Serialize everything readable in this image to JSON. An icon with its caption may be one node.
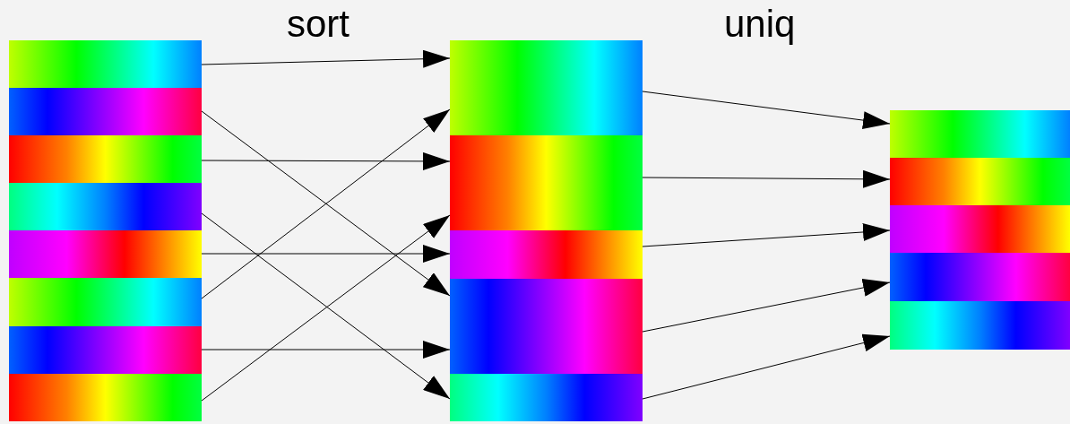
{
  "diagram": {
    "nodes": [
      {
        "text": [],
        "shape": "bar"
      },
      {
        "text": [],
        "shape": "bar"
      },
      {
        "text": [],
        "shape": "bar"
      },
      {
        "text": [],
        "shape": "bar"
      },
      {
        "text": [],
        "shape": "bar"
      },
      {
        "text": [],
        "shape": "bar"
      },
      {
        "text": [],
        "shape": "bar"
      },
      {
        "text": [],
        "shape": "bar"
      },
      {
        "text": [],
        "shape": "bar"
      },
      {
        "text": [],
        "shape": "bar"
      },
      {
        "text": [],
        "shape": "bar"
      },
      {
        "text": [],
        "shape": "bar"
      },
      {
        "text": [],
        "shape": "bar"
      },
      {
        "text": [],
        "shape": "bar"
      },
      {
        "text": [],
        "shape": "bar"
      },
      {
        "text": [],
        "shape": "bar"
      },
      {
        "text": [],
        "shape": "bar"
      },
      {
        "text": [],
        "shape": "bar"
      },
      {
        "text": [],
        "shape": "bar"
      },
      {
        "text": [],
        "shape": "bar"
      },
      {
        "text": [],
        "shape": "bar"
      }
    ],
    "edges": [
      {
        "from": 0,
        "to": 8,
        "arrow": "to"
      },
      {
        "from": 1,
        "to": 13,
        "arrow": "to"
      },
      {
        "from": 2,
        "to": 10,
        "arrow": "to"
      },
      {
        "from": 3,
        "to": 15,
        "arrow": "to"
      },
      {
        "from": 4,
        "to": 12,
        "arrow": "to"
      },
      {
        "from": 5,
        "to": 9,
        "arrow": "to"
      },
      {
        "from": 6,
        "to": 14,
        "arrow": "to"
      },
      {
        "from": 7,
        "to": 11,
        "arrow": "to"
      },
      {
        "from": 9,
        "to": 16,
        "arrow": "to"
      },
      {
        "from": 10,
        "to": 17,
        "arrow": "to"
      },
      {
        "from": 12,
        "to": 18,
        "arrow": "to"
      },
      {
        "from": 14,
        "to": 19,
        "arrow": "to"
      },
      {
        "from": 15,
        "to": 20,
        "arrow": "to"
      }
    ],
    "labels": [
      "sort",
      "uniq"
    ]
  }
}
